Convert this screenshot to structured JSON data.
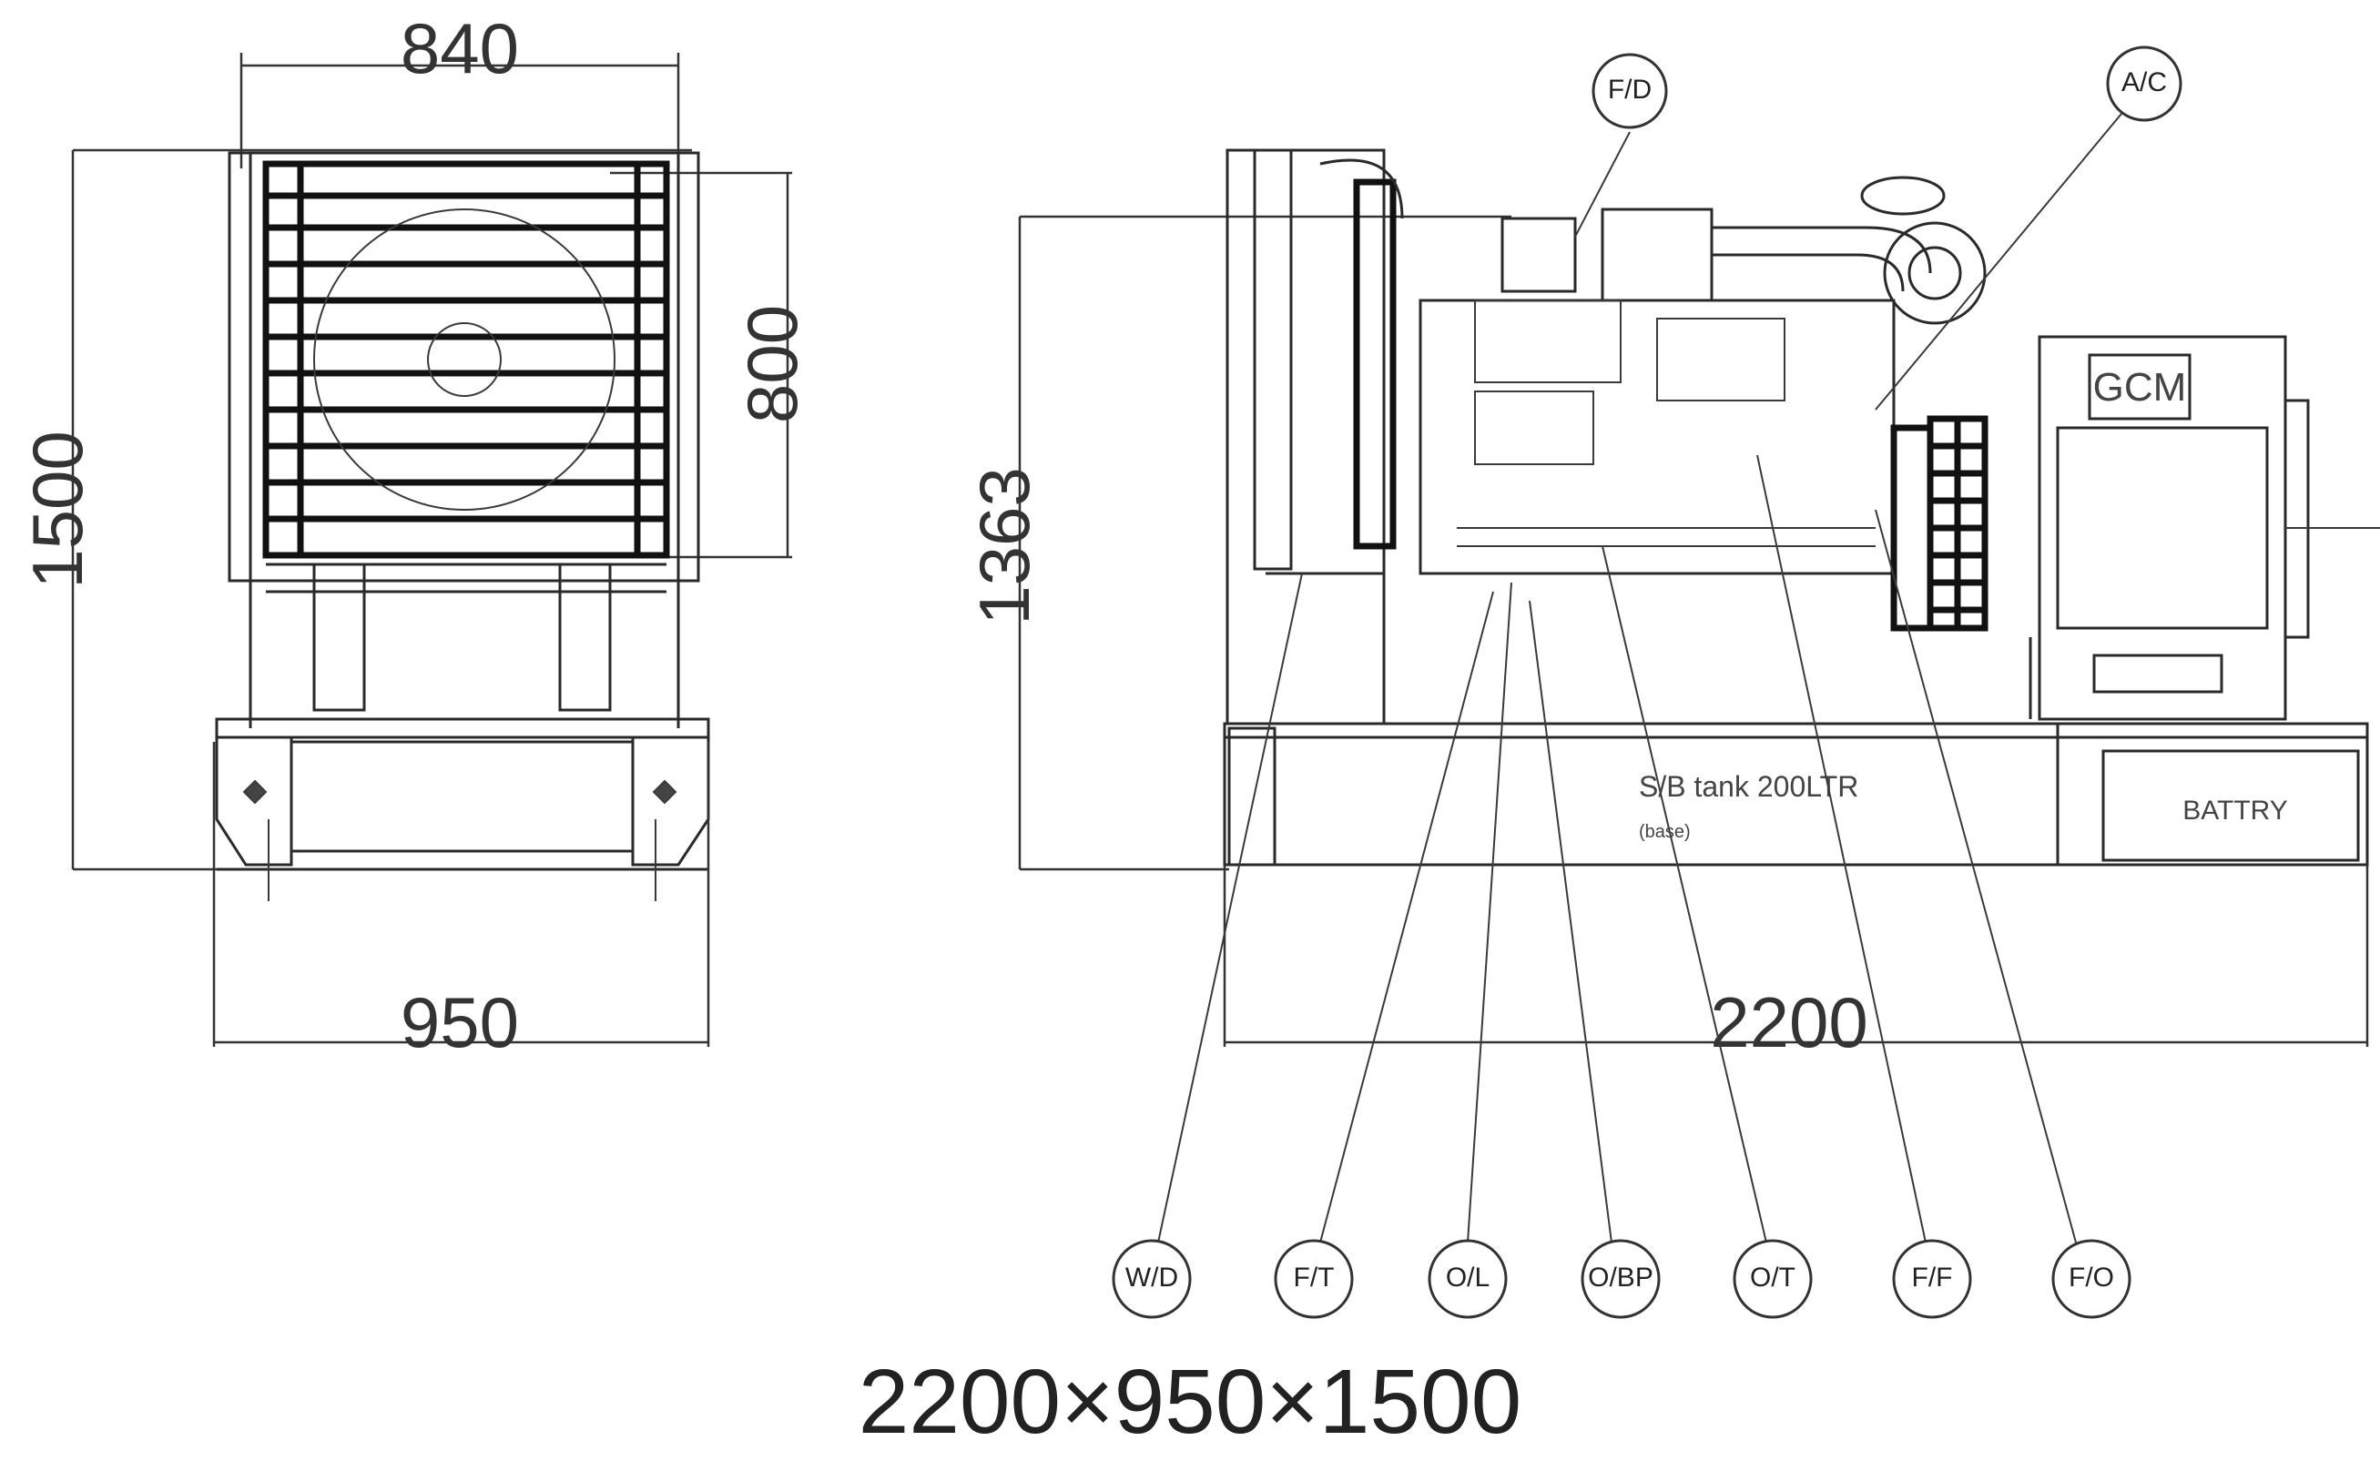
{
  "front_view": {
    "dims": {
      "top_width": "840",
      "bottom_width": "950",
      "overall_height": "1500",
      "radiator_height": "800"
    }
  },
  "side_view": {
    "dims": {
      "height": "1363",
      "length": "2200"
    },
    "tank_label": "S/B tank 200LTR",
    "tank_sub": "(base)",
    "battery_label": "BATTRY",
    "alternator_brand": "GCM"
  },
  "callouts": {
    "top": [
      "F/D",
      "A/C"
    ],
    "bottom": [
      "W/D",
      "F/T",
      "O/L",
      "O/BP",
      "O/T",
      "F/F",
      "F/O"
    ]
  },
  "overall_dimensions": "2200×950×1500"
}
